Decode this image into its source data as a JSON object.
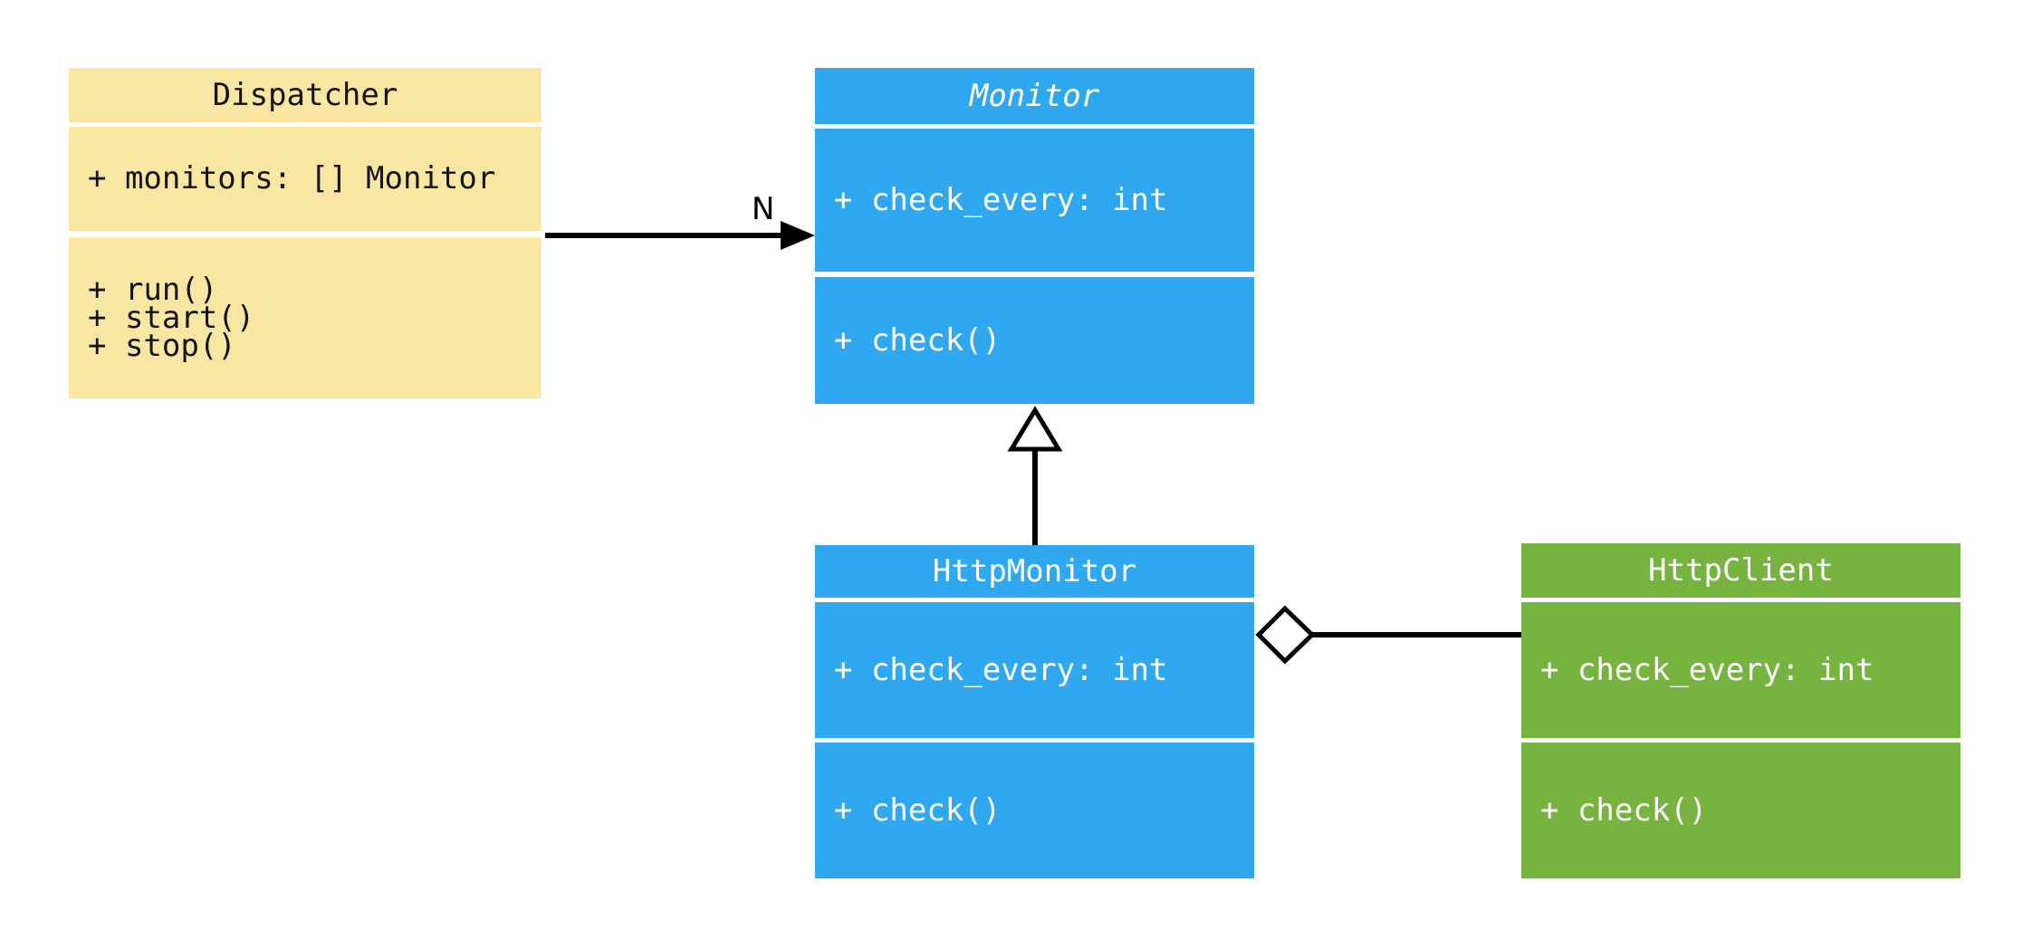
{
  "diagram": {
    "type": "uml-class-diagram",
    "background_color": "#ffffff",
    "connector_color": "#000000",
    "classes": {
      "dispatcher": {
        "title": "Dispatcher",
        "abstract": false,
        "attributes": [
          "+ monitors: [] Monitor"
        ],
        "methods": [
          "+ run()",
          "+ start()",
          "+ stop()"
        ],
        "fill_color": "#FAE6A3",
        "text_color": "#141414"
      },
      "monitor": {
        "title": "Monitor",
        "abstract": true,
        "attributes": [
          "+ check_every: int"
        ],
        "methods": [
          "+ check()"
        ],
        "fill_color": "#2FA8F0",
        "text_color": "#FFFFFF"
      },
      "http_monitor": {
        "title": "HttpMonitor",
        "abstract": false,
        "attributes": [
          "+ check_every: int"
        ],
        "methods": [
          "+ check()"
        ],
        "fill_color": "#2FA8F0",
        "text_color": "#FFFFFF"
      },
      "http_client": {
        "title": "HttpClient",
        "abstract": false,
        "attributes": [
          "+ check_every: int"
        ],
        "methods": [
          "+ check()"
        ],
        "fill_color": "#77B33F",
        "text_color": "#FFFFFF"
      }
    },
    "relations": {
      "dispatcher_to_monitor": {
        "from": "Dispatcher",
        "to": "Monitor",
        "type": "association-arrow",
        "label": "N"
      },
      "httpmonitor_to_monitor": {
        "from": "HttpMonitor",
        "to": "Monitor",
        "type": "inheritance-hollow-triangle",
        "label": ""
      },
      "httpmonitor_to_httpclient": {
        "from": "HttpMonitor",
        "to": "HttpClient",
        "type": "aggregation-hollow-diamond",
        "label": ""
      }
    }
  }
}
